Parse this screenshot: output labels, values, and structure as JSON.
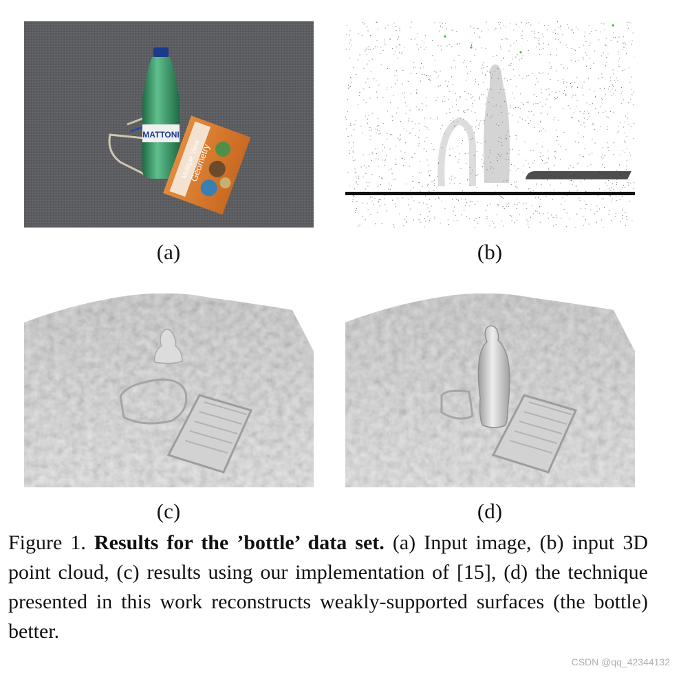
{
  "figure": {
    "panels": [
      {
        "id": "a",
        "label": "(a)"
      },
      {
        "id": "b",
        "label": "(b)"
      },
      {
        "id": "c",
        "label": "(c)"
      },
      {
        "id": "d",
        "label": "(d)"
      }
    ],
    "photo": {
      "bottle_brand": "MATTONI",
      "book_title_line1": "Multiple View",
      "book_title_line2": "Geometry"
    },
    "caption": {
      "prefix": "Figure 1.",
      "title": "Results for the ’bottle’ data set.",
      "body": "(a) Input image, (b) input 3D point cloud, (c) results using our implementation of [15], (d) the technique presented in this work reconstructs weakly-supported surfaces (the bottle) better."
    }
  },
  "watermark": "CSDN @qq_42344132",
  "colors": {
    "carpet": "#5a5c5f",
    "bottle": "#2f8c5c",
    "cap": "#1c3a8a",
    "book": "#d9782e",
    "mesh": "#d6d6d6"
  }
}
